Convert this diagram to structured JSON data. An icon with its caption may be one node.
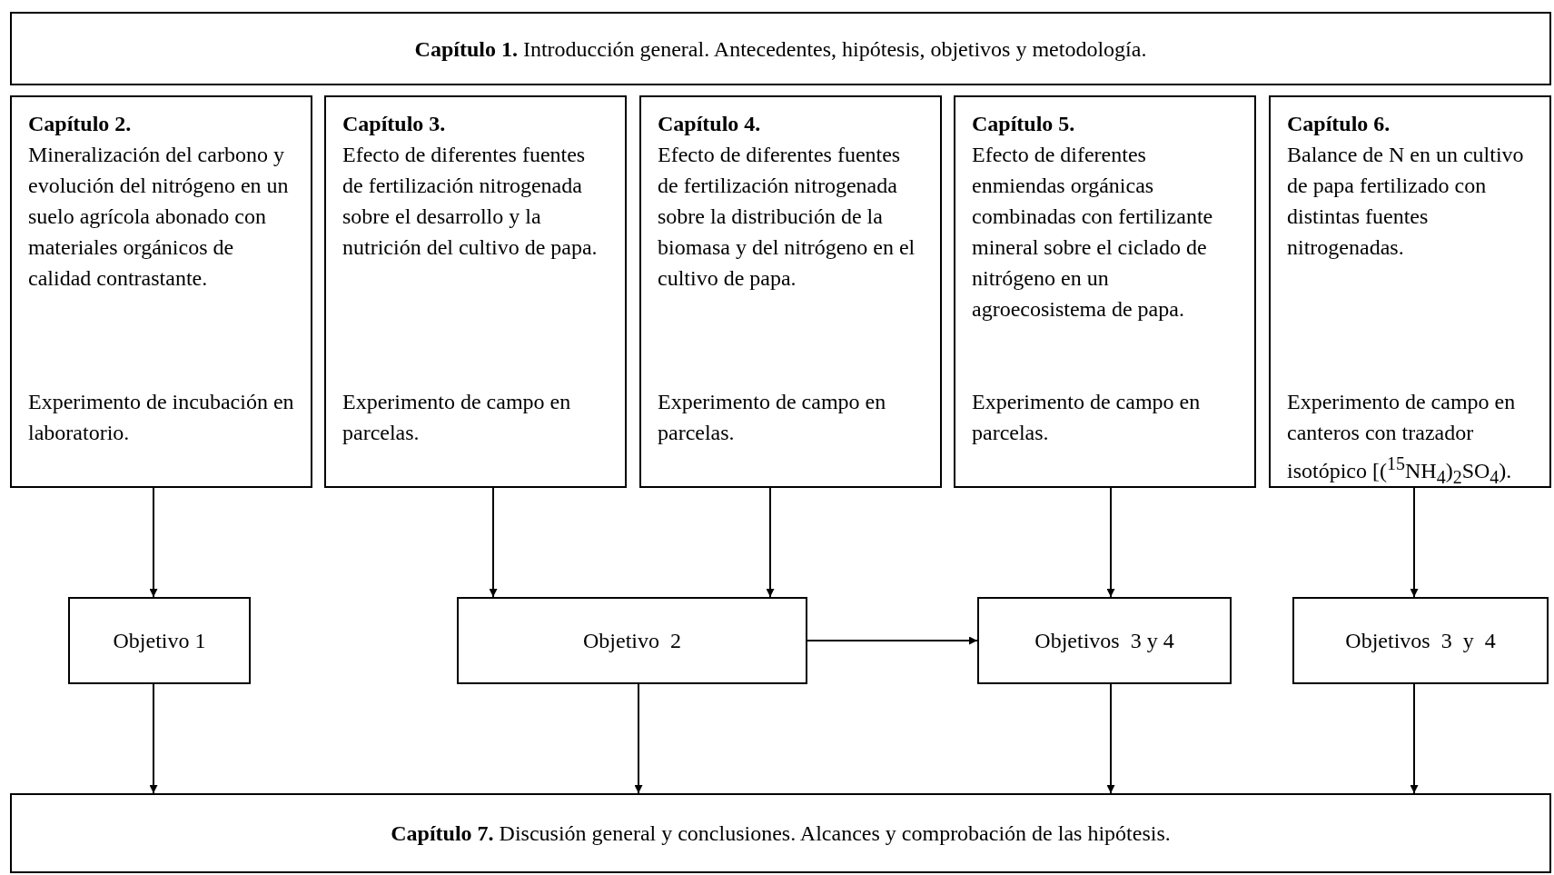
{
  "diagram": {
    "nodes": [
      {
        "text": [
          "**Capítulo 1.** Introducción general. Antecedentes, hipótesis, objetivos y metodología."
        ]
      },
      {
        "text": [
          "Capítulo 2.",
          "Mineralización del carbono y evolución del nitrógeno en un suelo agrícola abonado con materiales orgánicos de calidad contrastante.",
          "Experimento de incubación en laboratorio."
        ]
      },
      {
        "text": [
          "Capítulo 3.",
          "Efecto de diferentes fuentes de fertilización nitrogenada sobre el desarrollo y la nutrición del cultivo de papa.",
          "Experimento de campo en parcelas."
        ]
      },
      {
        "text": [
          "Capítulo 4.",
          "Efecto de diferentes fuentes de fertilización nitrogenada sobre la distribución de la biomasa y del nitrógeno en el cultivo de papa.",
          "Experimento de campo en parcelas."
        ]
      },
      {
        "text": [
          "Capítulo 5.",
          "Efecto de diferentes enmiendas orgánicas combinadas con fertilizante mineral sobre el ciclado de nitrógeno en un agroecosistema de papa.",
          "Experimento de campo en parcelas."
        ]
      },
      {
        "text": [
          "Capítulo 6.",
          "Balance de N en un cultivo de papa fertilizado con distintas fuentes nitrogenadas.",
          "Experimento de campo en canteros con trazador isotópico [($^{15}$NH$_{4}$)$_{2}$SO$_{4}$)."
        ]
      },
      {
        "text": [
          "Objetivo 1"
        ]
      },
      {
        "text": [
          "Objetivo  2"
        ]
      },
      {
        "text": [
          "Objetivos  3 y 4"
        ]
      },
      {
        "text": [
          "Objetivos  3  y  4"
        ]
      },
      {
        "text": [
          "**Capítulo 7.** Discusión general y conclusiones. Alcances y comprobación de las hipótesis."
        ]
      }
    ],
    "edges": [
      {
        "from": 1,
        "to": 6,
        "arrow": "to"
      },
      {
        "from": 2,
        "to": 7,
        "arrow": "to"
      },
      {
        "from": 3,
        "to": 7,
        "arrow": "to"
      },
      {
        "from": 4,
        "to": 8,
        "arrow": "to"
      },
      {
        "from": 5,
        "to": 9,
        "arrow": "to"
      },
      {
        "from": 7,
        "to": 8,
        "arrow": "to"
      },
      {
        "from": 6,
        "to": 10,
        "arrow": "to"
      },
      {
        "from": 7,
        "to": 10,
        "arrow": "to"
      },
      {
        "from": 8,
        "to": 10,
        "arrow": "to"
      },
      {
        "from": 9,
        "to": 10,
        "arrow": "to"
      }
    ]
  }
}
